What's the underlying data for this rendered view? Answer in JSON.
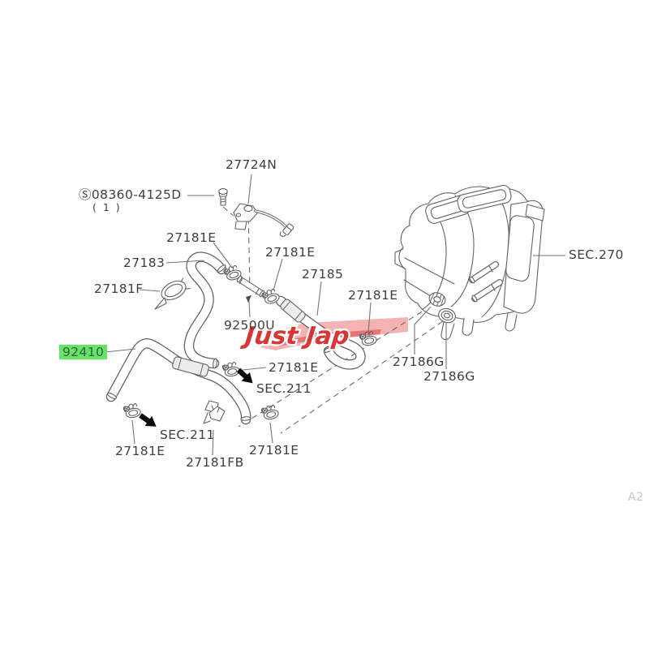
{
  "diagram": {
    "watermark": "Just Jap",
    "colors": {
      "line": "#616161",
      "highlight_green": "#62e562",
      "watermark_red": "#d93535",
      "watermark_band_pink": "#f3abab",
      "arrow_black": "#0a0a0a"
    }
  },
  "labels": {
    "part_27724n": "27724N",
    "bolt_part": "Ⓢ08360-4125D",
    "bolt_qty": "( 1 )",
    "e_top": "27181E",
    "h27183": "27183",
    "e_mid": "27181E",
    "h27185": "27185",
    "f27181": "27181F",
    "e_right": "27181E",
    "p92500u": "92500U",
    "p92410": "92410",
    "sec270": "SEC.270",
    "g27186_1": "27186G",
    "g27186_2": "27186G",
    "e_d": "27181E",
    "sec211_r": "SEC.211",
    "sec211_l": "SEC.211",
    "e_e": "27181E",
    "fb27181": "27181FB",
    "e_f": "27181E",
    "page_code": "A2"
  }
}
